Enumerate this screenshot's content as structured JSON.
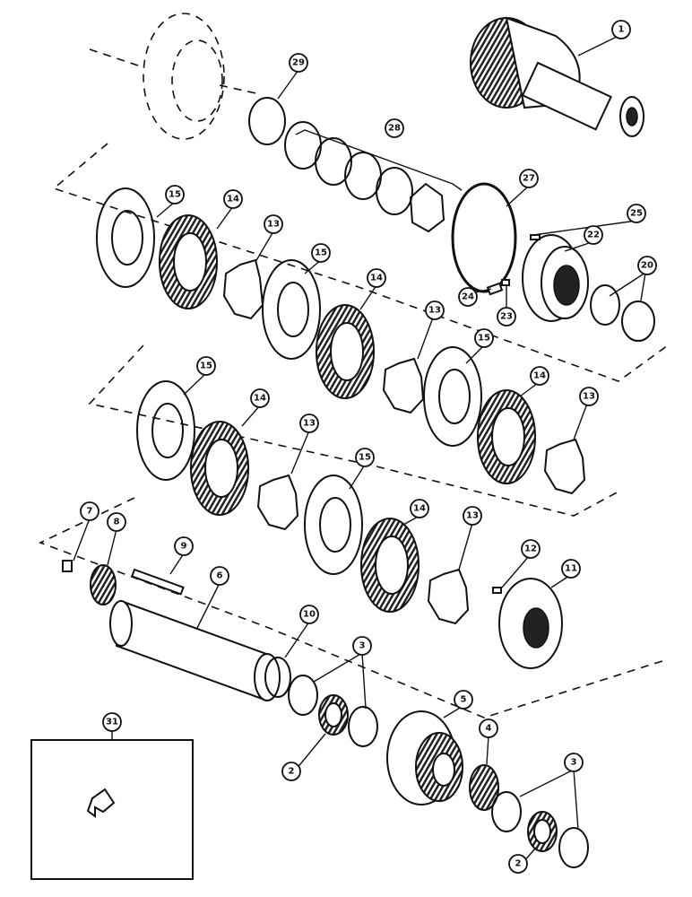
{
  "diagram": {
    "callouts": [
      "1",
      "2",
      "2",
      "3",
      "3",
      "4",
      "5",
      "6",
      "7",
      "8",
      "9",
      "10",
      "11",
      "12",
      "13",
      "13",
      "13",
      "13",
      "14",
      "14",
      "14",
      "14",
      "15",
      "15",
      "15",
      "15",
      "20",
      "22",
      "23",
      "24",
      "25",
      "27",
      "28",
      "29",
      "31"
    ]
  }
}
